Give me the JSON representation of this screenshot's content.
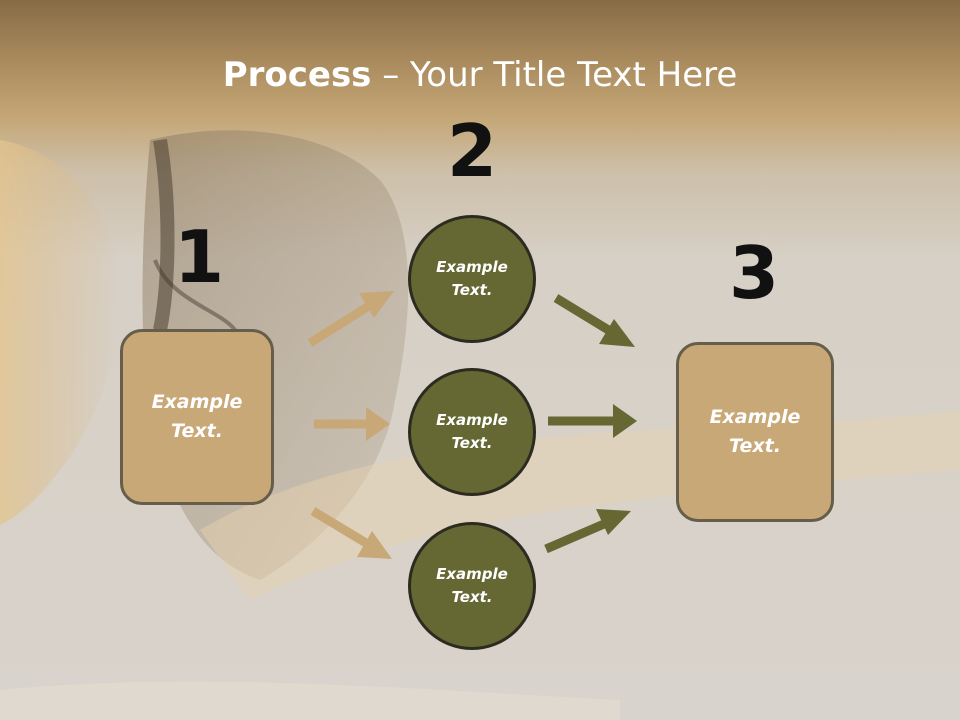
{
  "title": {
    "bold": "Process",
    "rest": " – Your Title Text Here"
  },
  "steps": [
    {
      "number": "1",
      "text": [
        "Example",
        "Text."
      ]
    },
    {
      "number": "2",
      "items": [
        {
          "text": [
            "Example",
            "Text."
          ]
        },
        {
          "text": [
            "Example",
            "Text."
          ]
        },
        {
          "text": [
            "Example",
            "Text."
          ]
        }
      ]
    },
    {
      "number": "3",
      "text": [
        "Example",
        "Text."
      ]
    }
  ],
  "colors": {
    "box_fill": "#c9a878",
    "circle_fill": "#656833",
    "tan_arrow": "#c9a878",
    "olive_arrow": "#656833",
    "header": "#a98a5d"
  },
  "icons": {
    "background": "horse-head-photo"
  }
}
